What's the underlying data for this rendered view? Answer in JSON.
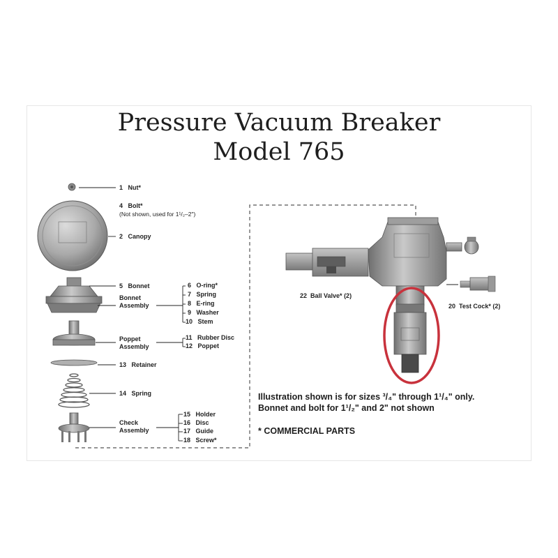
{
  "title": {
    "line1": "Pressure Vacuum Breaker",
    "line2": "Model 765"
  },
  "parts": [
    {
      "num": "1",
      "name": "Nut*"
    },
    {
      "num": "4",
      "name": "Bolt*",
      "note": "(Not shown, used for 1¹/₂–2\")"
    },
    {
      "num": "2",
      "name": "Canopy"
    },
    {
      "num": "5",
      "name": "Bonnet"
    },
    {
      "num": "6",
      "name": "O-ring*"
    },
    {
      "num": "7",
      "name": "Spring"
    },
    {
      "num": "8",
      "name": "E-ring"
    },
    {
      "num": "9",
      "name": "Washer"
    },
    {
      "num": "10",
      "name": "Stem"
    },
    {
      "num": "11",
      "name": "Rubber Disc"
    },
    {
      "num": "12",
      "name": "Poppet"
    },
    {
      "num": "13",
      "name": "Retainer"
    },
    {
      "num": "14",
      "name": "Spring"
    },
    {
      "num": "15",
      "name": "Holder"
    },
    {
      "num": "16",
      "name": "Disc"
    },
    {
      "num": "17",
      "name": "Guide"
    },
    {
      "num": "18",
      "name": "Screw*"
    },
    {
      "num": "22",
      "name": "Ball Valve* (2)"
    },
    {
      "num": "20",
      "name": "Test Cock* (2)"
    }
  ],
  "assemblies": {
    "bonnet": [
      "Bonnet",
      "Assembly"
    ],
    "poppet": [
      "Poppet",
      "Assembly"
    ],
    "check": [
      "Check",
      "Assembly"
    ]
  },
  "notes": {
    "line1": "Illustration shown is for sizes ³/₄\" through 1¹/₄\" only.",
    "line2": "Bonnet and bolt for 1¹/₂\" and 2\" not shown",
    "commercial": "* COMMERCIAL PARTS"
  },
  "colors": {
    "highlight": "#c8323c",
    "metal": "#9a9a9a",
    "text": "#1e1e1e"
  }
}
